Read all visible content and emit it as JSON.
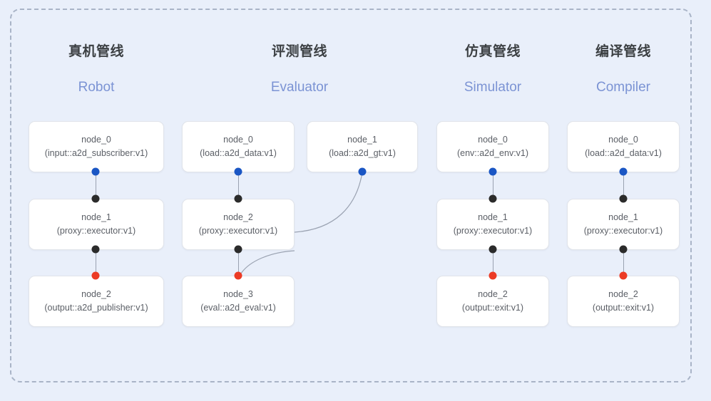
{
  "diagram": {
    "title_visible": false,
    "colors": {
      "background": "#e9effa",
      "panel_border": "#a9b4c7",
      "card_bg": "#ffffff",
      "card_border": "#e1e4ea",
      "zh_header": "#3c4043",
      "en_header": "#7b93d4",
      "node_text": "#5b5f66",
      "dot_blue": "#1a56c4",
      "dot_black": "#2b2b2b",
      "dot_red": "#ec3b25",
      "edge_line": "#9aa2b1"
    },
    "columns": [
      {
        "zh": "真机管线",
        "en": "Robot",
        "nodes": [
          {
            "title": "node_0",
            "sub": "(input::a2d_subscriber:v1)"
          },
          {
            "title": "node_1",
            "sub": "(proxy::executor:v1)"
          },
          {
            "title": "node_2",
            "sub": "(output::a2d_publisher:v1)"
          }
        ]
      },
      {
        "zh": "评测管线",
        "en": "Evaluator",
        "nodes": [
          {
            "title": "node_0",
            "sub": "(load::a2d_data:v1)"
          },
          {
            "title": "node_1",
            "sub": "(load::a2d_gt:v1)"
          },
          {
            "title": "node_2",
            "sub": "(proxy::executor:v1)"
          },
          {
            "title": "node_3",
            "sub": "(eval::a2d_eval:v1)"
          }
        ]
      },
      {
        "zh": "仿真管线",
        "en": "Simulator",
        "nodes": [
          {
            "title": "node_0",
            "sub": "(env::a2d_env:v1)"
          },
          {
            "title": "node_1",
            "sub": "(proxy::executor:v1)"
          },
          {
            "title": "node_2",
            "sub": "(output::exit:v1)"
          }
        ]
      },
      {
        "zh": "编译管线",
        "en": "Compiler",
        "nodes": [
          {
            "title": "node_0",
            "sub": "(load::a2d_data:v1)"
          },
          {
            "title": "node_1",
            "sub": "(proxy::executor:v1)"
          },
          {
            "title": "node_2",
            "sub": "(output::exit:v1)"
          }
        ]
      }
    ]
  }
}
